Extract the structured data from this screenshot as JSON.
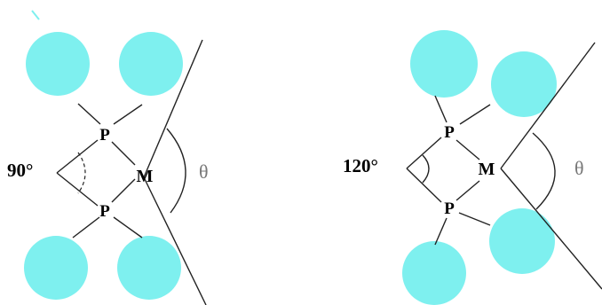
{
  "colors": {
    "atom": "#7ef0ef",
    "line": "#222222",
    "theta": "#777777",
    "background": "#ffffff"
  },
  "left": {
    "angle_label": "90°",
    "p_top": "P",
    "p_bottom": "P",
    "metal": "M",
    "theta": "θ"
  },
  "right": {
    "angle_label": "120°",
    "p_top": "P",
    "p_bottom": "P",
    "metal": "M",
    "theta": "θ"
  }
}
